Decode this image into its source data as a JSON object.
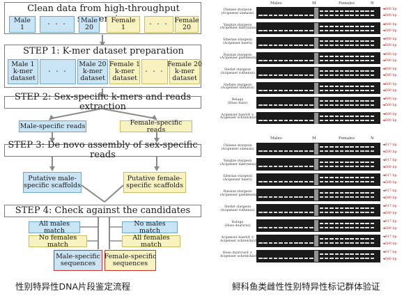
{
  "flowchart": {
    "top_title": "Clean data from high-throughput sequencing",
    "male_first": "Male\n1",
    "male_dots": "· · ·",
    "male_last": "Male\n20",
    "female_first": "Female\n1",
    "female_dots": "· · ·",
    "female_last": "Female\n20",
    "step1": "STEP 1: K-mer dataset preparation",
    "kmer_male_first": "Male 1\nk-mer\ndataset",
    "kmer_male_dots": "· · ·",
    "kmer_male_last": "Male 20\nk-mer\ndataset",
    "kmer_female_first": "Female 1\nk-mer\ndataset",
    "kmer_female_dots": "· · ·",
    "kmer_female_last": "Female 20\nk-mer\ndataset",
    "step2": "STEP 2: Sex-specific k-mers and reads extraction",
    "male_reads": "Male-specific reads",
    "female_reads": "Female-specific reads",
    "step3": "STEP 3: De novo assembly of sex-specific reads",
    "male_scaffolds": "Putative male-\nspecific scaffolds",
    "female_scaffolds": "Putative female-\nspecific scaffolds",
    "step4": "STEP 4: Check against the candidates",
    "all_males_match": "All males match",
    "no_females_match": "No females match",
    "no_males_match": "No males match",
    "all_females_match": "All females match",
    "male_sequences": "Male-specific\nsequences",
    "female_sequences": "Female-specific\nsequences",
    "caption": "性别特异性DNA片段鉴定流程"
  },
  "gels": {
    "caption": "鲟科鱼类雌性性别特异性标记群体验证",
    "top_panel": {
      "males_header": "Males",
      "females_header": "Females",
      "m_marker": "M",
      "n_marker": "N",
      "band_upper": "800 bp",
      "band_lower": "500 bp",
      "species": [
        "Chinese sturgeon\n(Acipenser sinensis)",
        "Yangtze sturgeon\n(Acipenser dabryanus)",
        "Siberian sturgeon\n(Acipenser baerii)",
        "Russian sturgeon\n(Acipenser gueldenstaedtii)",
        "Sterlet sturgeon\n(Acipenser ruthenus)",
        "Stellate sturgeon\n(Acipenser stellatus)",
        "Beluga\n(Huso huso)",
        "Acipenser baerii♀ ×\nAcipenser schrenckii♂"
      ]
    },
    "bottom_panel": {
      "males_header": "Males",
      "females_header": "Females",
      "m_marker": "M",
      "n_marker": "N",
      "band_upper": "917 bp",
      "band_lower": "500 bp",
      "species": [
        "Chinese sturgeon\n(Acipenser sinensis)",
        "Yangtze sturgeon\n(Acipenser dabryanus)",
        "Siberian sturgeon\n(Acipenser baerii)",
        "Russian sturgeon\n(Acipenser gueldenstaedtii)",
        "Sterlet sturgeon\n(Acipenser ruthenus)",
        "Kaluga\n(Huso dauricus)",
        "Acipenser baerii♀ ×\nAcipenser schrenckii♂",
        "Huso dauricus♀ ×\nAcipenser schrenckii♂"
      ]
    }
  },
  "colors": {
    "male_fill": "#c9e4f5",
    "female_fill": "#f7f2c0",
    "highlight_border": "#d0312d",
    "bp_label": "#c0211d",
    "gel_background": "#1b1b1b"
  }
}
